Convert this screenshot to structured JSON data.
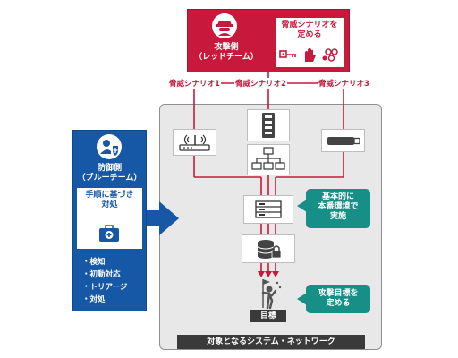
{
  "attacker": {
    "label_line1": "攻撃側",
    "label_line2": "（レッドチーム）",
    "define_line1": "脅威シナリオを",
    "define_line2": "定める",
    "icons": [
      "hacker-icon",
      "qr-key-icon",
      "hand-stop-icon",
      "network-nodes-icon"
    ]
  },
  "scenarios": [
    "脅威シナリオ1",
    "脅威シナリオ2",
    "脅威シナリオ3"
  ],
  "defender": {
    "label_line1": "防御側",
    "label_line2": "（ブルーチーム）",
    "procedure_line1": "手順に基づき",
    "procedure_line2": "対処",
    "steps": [
      "検知",
      "初動対応",
      "トリアージ",
      "対処"
    ],
    "icons": [
      "user-shield-icon",
      "first-aid-kit-icon",
      "arrow-right-icon"
    ]
  },
  "network": {
    "caption": "対象となるシステム・ネットワーク",
    "devices": [
      "wifi-router-icon",
      "server-rack-icon",
      "network-switch-icon",
      "usb-device-icon",
      "server-icon",
      "locked-database-icon"
    ]
  },
  "notes": {
    "production_line1": "基本的に",
    "production_line2": "本番環境で",
    "production_line3": "実施",
    "target_line1": "攻撃目標を",
    "target_line2": "定める"
  },
  "goal": {
    "label": "目標",
    "icon": "flag-person-icon"
  },
  "colors": {
    "red": "#c8193c",
    "blue": "#1758a6",
    "teal": "#178f86",
    "gray": "#e8e8e8"
  }
}
